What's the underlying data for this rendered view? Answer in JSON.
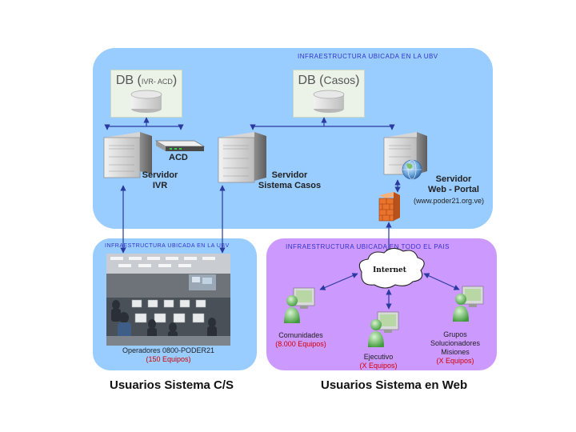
{
  "regions": {
    "top": "INFRAESTRUCTURA UBICADA EN LA UBV",
    "left": "INFRAESTRUCTURA UBICADA EN LA UBV",
    "right": "INFRAESTRUCTURA UBICADA EN TODO EL PAIS"
  },
  "db_ivr": {
    "prefix": "DB (",
    "sub": "IVR- ACD",
    "suffix": ")"
  },
  "db_casos": {
    "prefix": "DB (",
    "sub": "Casos",
    "suffix": ")"
  },
  "acd_label": "ACD",
  "servers": {
    "ivr": [
      "Servidor",
      "IVR"
    ],
    "casos": [
      "Servidor",
      "Sistema Casos"
    ],
    "web": [
      "Servidor",
      "Web - Portal"
    ],
    "web_url": "(www.poder21.org.ve)"
  },
  "internet_label": "Internet",
  "operators": {
    "label": "Operadores 0800-PODER21",
    "count": "(150 Equipos)"
  },
  "clients": {
    "comunidades": {
      "label": "Comunidades",
      "count": "(8.000 Equipos)"
    },
    "ejecutivo": {
      "label": "Ejecutivo",
      "count": "(X Equipos)"
    },
    "grupos": {
      "label": [
        "Grupos",
        "Solucionadores",
        "Misiones"
      ],
      "count": "(X Equipos)"
    }
  },
  "bottom": {
    "left": "Usuarios Sistema C/S",
    "right": "Usuarios Sistema en Web"
  }
}
